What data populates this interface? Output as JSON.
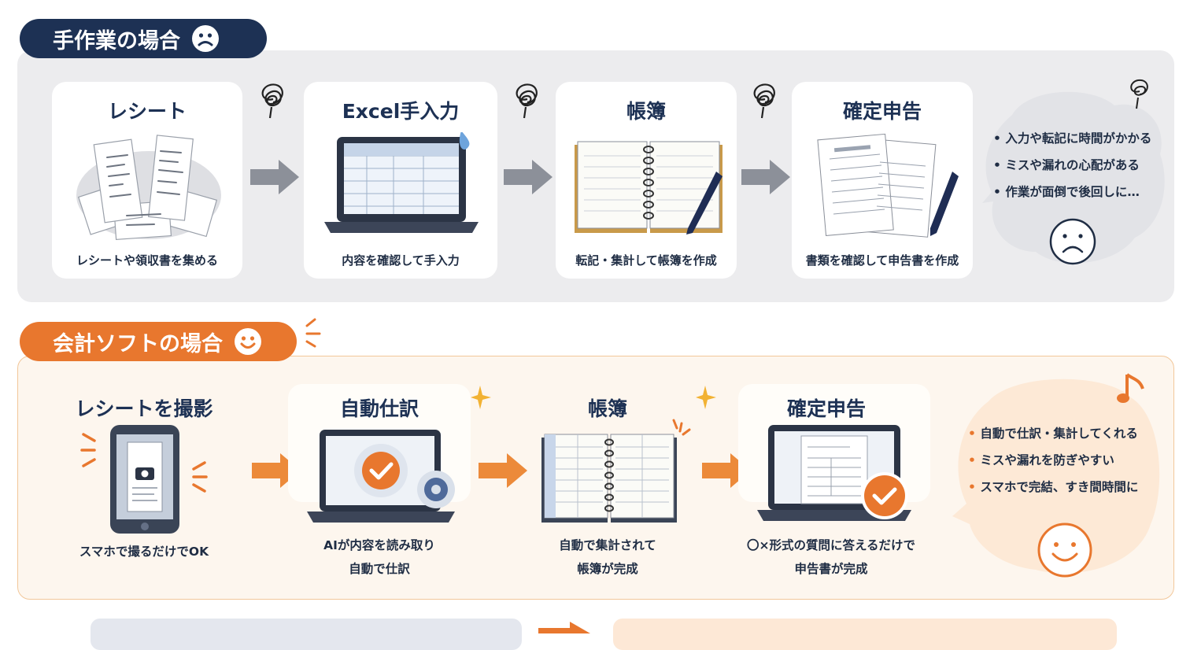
{
  "manual": {
    "tag": "手作業の場合",
    "steps": [
      {
        "title": "レシート",
        "caption": "レシートや領収書を集める"
      },
      {
        "title": "Excel手入力",
        "caption": "内容を確認して手入力"
      },
      {
        "title": "帳簿",
        "caption": "転記・集計して帳簿を作成"
      },
      {
        "title": "確定申告",
        "caption": "書類を確認して申告書を作成"
      }
    ],
    "bullets": [
      "入力や転記に時間がかかる",
      "ミスや漏れの心配がある",
      "作業が面倒で後回しに…"
    ]
  },
  "software": {
    "tag": "会計ソフトの場合",
    "steps": [
      {
        "title": "レシートを撮影",
        "caption": [
          "スマホで撮るだけでOK"
        ]
      },
      {
        "title": "自動仕訳",
        "caption": [
          "AIが内容を読み取り",
          "自動で仕訳"
        ]
      },
      {
        "title": "帳簿",
        "caption": [
          "自動で集計されて",
          "帳簿が完成"
        ]
      },
      {
        "title": "確定申告",
        "caption": [
          "〇×形式の質問に答えるだけで",
          "申告書が完成"
        ]
      }
    ],
    "bullets": [
      "自動で仕訳・集計してくれる",
      "ミスや漏れを防ぎやすい",
      "スマホで完結、すき間時間に"
    ]
  },
  "colors": {
    "navy": "#1d3154",
    "orange": "#e8772e",
    "gray_panel": "#ececee",
    "cream_panel": "#fdf6ee"
  }
}
